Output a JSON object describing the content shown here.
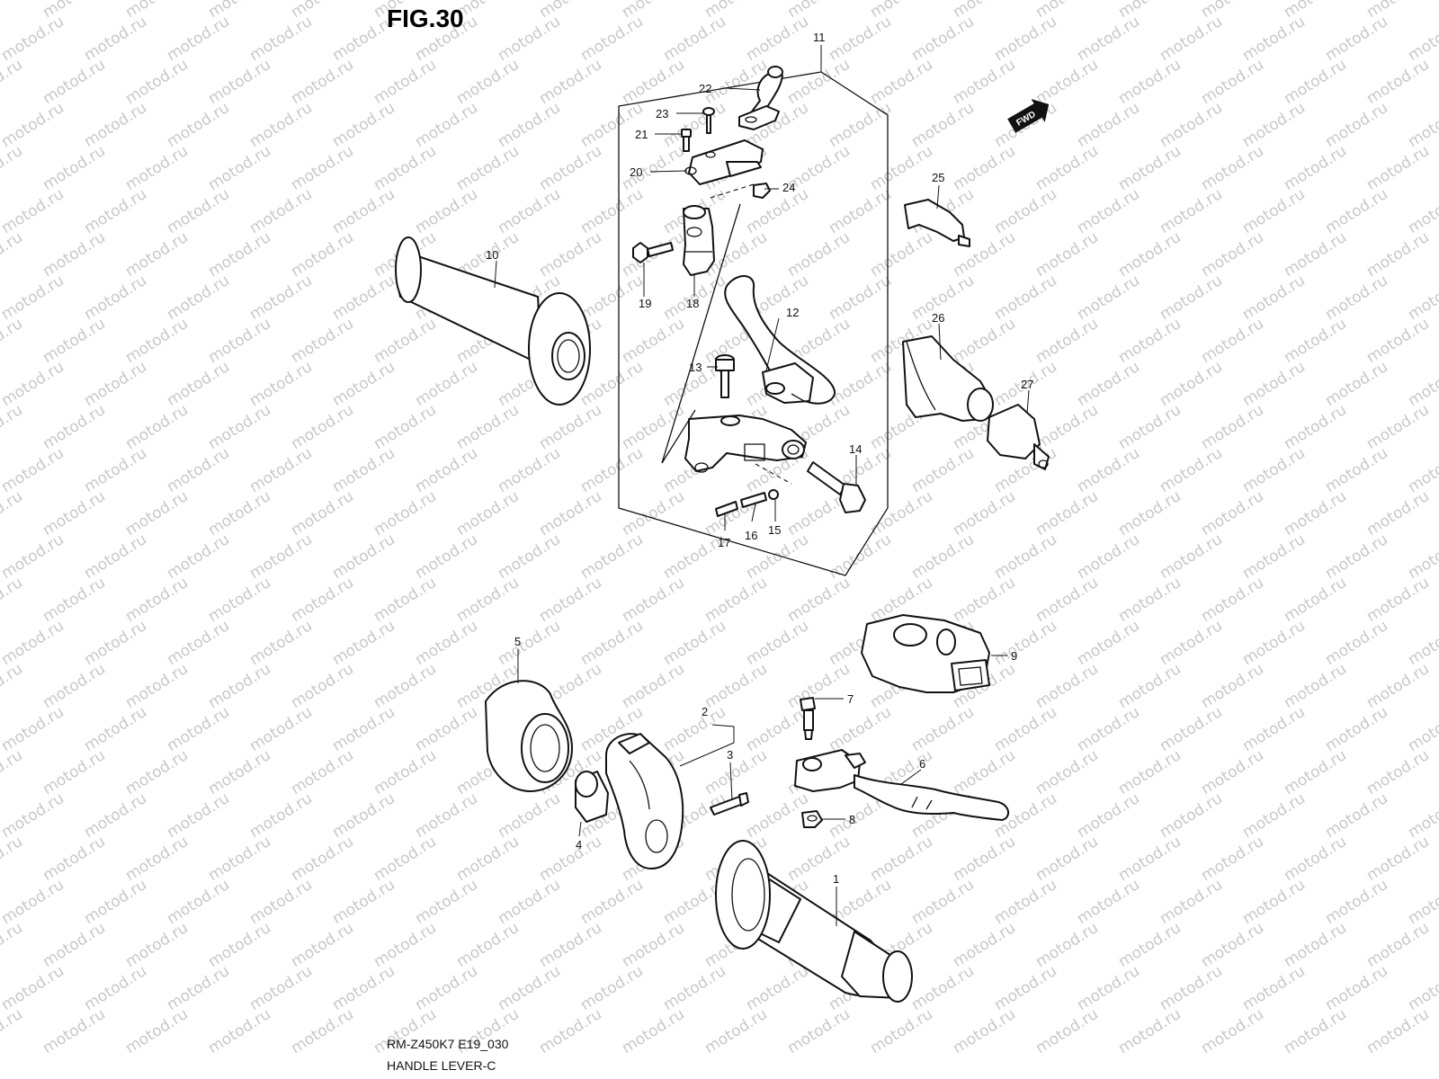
{
  "figure": {
    "title": "FIG.30",
    "model_code": "RM-Z450K7 E19_030",
    "description": "HANDLE LEVER-C",
    "watermark": "motod.ru",
    "direction_badge": "FWD"
  },
  "callouts": {
    "p1": "1",
    "p2": "2",
    "p3": "3",
    "p4": "4",
    "p5": "5",
    "p6": "6",
    "p7": "7",
    "p8": "8",
    "p9": "9",
    "p10": "10",
    "p11": "11",
    "p12": "12",
    "p13": "13",
    "p14": "14",
    "p15": "15",
    "p16": "16",
    "p17": "17",
    "p18": "18",
    "p19": "19",
    "p20": "20",
    "p21": "21",
    "p22": "22",
    "p23": "23",
    "p24": "24",
    "p25": "25",
    "p26": "26",
    "p27": "27"
  }
}
